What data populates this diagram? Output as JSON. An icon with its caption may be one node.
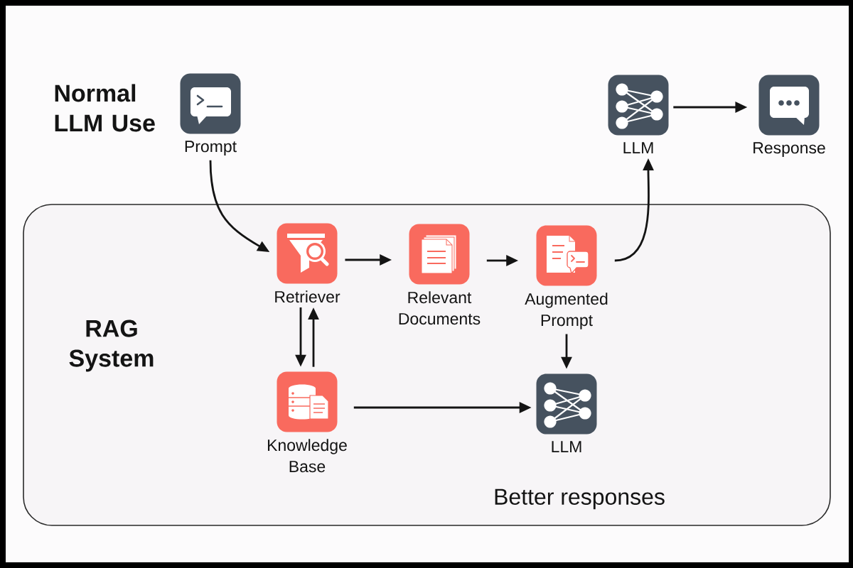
{
  "diagram": {
    "nodes": [
      {
        "text": [
          "Prompt"
        ]
      },
      {
        "text": [
          "LLM"
        ]
      },
      {
        "text": [
          "Response"
        ]
      },
      {
        "text": [
          "RAG System"
        ]
      },
      {
        "text": [
          "Retriever"
        ],
        "in": 3
      },
      {
        "text": [
          "Relevant Documents"
        ],
        "in": 3
      },
      {
        "text": [
          "Augmented Prompt"
        ],
        "in": 3
      },
      {
        "text": [
          "Knowledge Base"
        ],
        "in": 3
      },
      {
        "text": [
          "LLM"
        ],
        "in": 3
      }
    ],
    "edges": [
      {
        "from": 0,
        "to": 4,
        "arrow": "to"
      },
      {
        "from": 4,
        "to": 5,
        "arrow": "to"
      },
      {
        "from": 5,
        "to": 6,
        "arrow": "to"
      },
      {
        "from": 6,
        "to": 1,
        "arrow": "to"
      },
      {
        "from": 1,
        "to": 2,
        "arrow": "to"
      },
      {
        "from": 4,
        "to": 7,
        "arrow": "to"
      },
      {
        "from": 7,
        "to": 4,
        "arrow": "to"
      },
      {
        "from": 6,
        "to": 8,
        "arrow": "to"
      },
      {
        "from": 7,
        "to": 8,
        "arrow": "to"
      }
    ],
    "labels": [
      "Normal LLM Use",
      "Better responses"
    ]
  }
}
